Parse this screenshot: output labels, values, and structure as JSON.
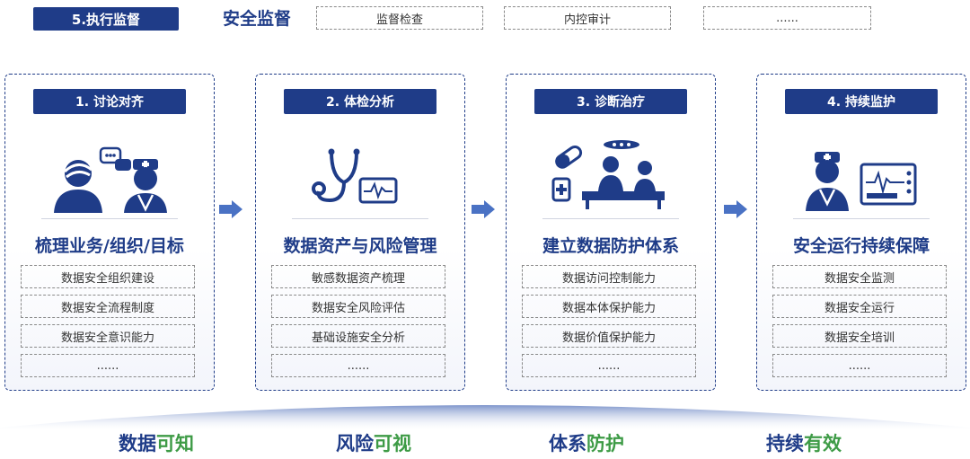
{
  "top": {
    "tag": "5.执行监督",
    "title": "安全监督",
    "items": [
      "监督检查",
      "内控审计",
      "......"
    ]
  },
  "panels": [
    {
      "tag": "1. 讨论对齐",
      "title": "梳理业务/组织/目标",
      "items": [
        "数据安全组织建设",
        "数据安全流程制度",
        "数据安全意识能力",
        "......"
      ]
    },
    {
      "tag": "2. 体检分析",
      "title": "数据资产与风险管理",
      "items": [
        "敏感数据资产梳理",
        "数据安全风险评估",
        "基础设施安全分析",
        "......"
      ]
    },
    {
      "tag": "3. 诊断治疗",
      "title": "建立数据防护体系",
      "items": [
        "数据访问控制能力",
        "数据本体保护能力",
        "数据价值保护能力",
        "......"
      ]
    },
    {
      "tag": "4. 持续监护",
      "title": "安全运行持续保障",
      "items": [
        "数据安全监测",
        "数据安全运行",
        "数据安全培训",
        "......"
      ]
    }
  ],
  "goals": [
    {
      "main": "数据",
      "accent": "可知"
    },
    {
      "main": "风险",
      "accent": "可视"
    },
    {
      "main": "体系",
      "accent": "防护"
    },
    {
      "main": "持续",
      "accent": "有效"
    }
  ],
  "colors": {
    "primary": "#1f3c88",
    "accent": "#3e9b46",
    "arrow": "#4a72c4"
  }
}
